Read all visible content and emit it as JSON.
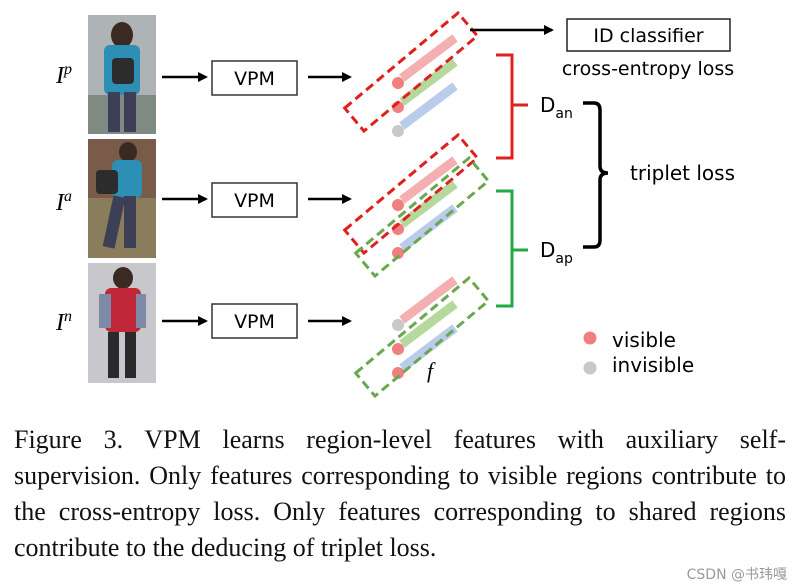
{
  "inputs": [
    {
      "symbol": "I",
      "sup": "p",
      "module": "VPM"
    },
    {
      "symbol": "I",
      "sup": "a",
      "module": "VPM"
    },
    {
      "symbol": "I",
      "sup": "n",
      "module": "VPM"
    }
  ],
  "classifier": {
    "label": "ID classifier",
    "loss": "cross-entropy loss"
  },
  "distances": {
    "an": {
      "base": "D",
      "sub": "an"
    },
    "ap": {
      "base": "D",
      "sub": "ap"
    }
  },
  "triplet_loss": "triplet loss",
  "feature_label": "f",
  "legend": [
    {
      "label": "visible",
      "color": "#f08080"
    },
    {
      "label": "invisible",
      "color": "#c8c8c8"
    }
  ],
  "colors": {
    "red_dash": "#e02020",
    "green_dash": "#6aa84f",
    "bar_pink": "#f4b0b0",
    "bar_green": "#b5d99c",
    "bar_blue": "#b9ccec",
    "dot_visible": "#f08080",
    "dot_invisible": "#c8c8c8",
    "bracket_red": "#e02020",
    "bracket_green": "#22aa44"
  },
  "caption": "Figure 3. VPM learns region-level features with auxiliary self-supervision. Only features corresponding to visible regions contribute to the cross-entropy loss. Only features corresponding to shared regions contribute to the deducing of triplet loss.",
  "watermark": "CSDN @书玮嘎"
}
